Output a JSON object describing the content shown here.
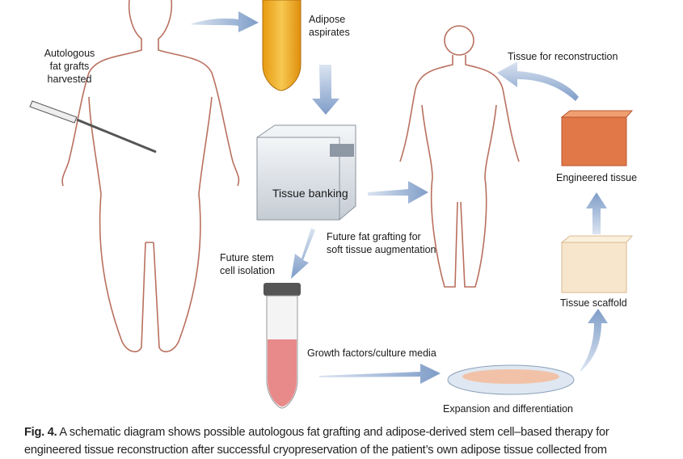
{
  "labels": {
    "harvested": [
      "Autologous",
      "fat grafts",
      "harvested"
    ],
    "aspirates": [
      "Adipose",
      "aspirates"
    ],
    "tissue_for_reconstruction": "Tissue for reconstruction",
    "engineered_tissue": "Engineered tissue",
    "tissue_banking": "Tissue banking",
    "future_fat_grafting": [
      "Future fat grafting for",
      "soft tissue augmentation"
    ],
    "future_stem_cell": [
      "Future stem",
      "cell isolation"
    ],
    "tissue_scaffold": "Tissue scaffold",
    "growth_factors": "Growth factors/culture media",
    "expansion": "Expansion and differentiation"
  },
  "caption": {
    "label": "Fig. 4.",
    "line1": "A schematic diagram shows possible autologous fat grafting and adipose-derived stem cell–based therapy for",
    "line2": "engineered tissue reconstruction after successful cryopreservation of the patient’s own adipose tissue collected from"
  },
  "colors": {
    "arrow": "#8aa6cc",
    "fat": "#e8a11c",
    "tissue": "#e07848",
    "body": "#b9705e"
  }
}
